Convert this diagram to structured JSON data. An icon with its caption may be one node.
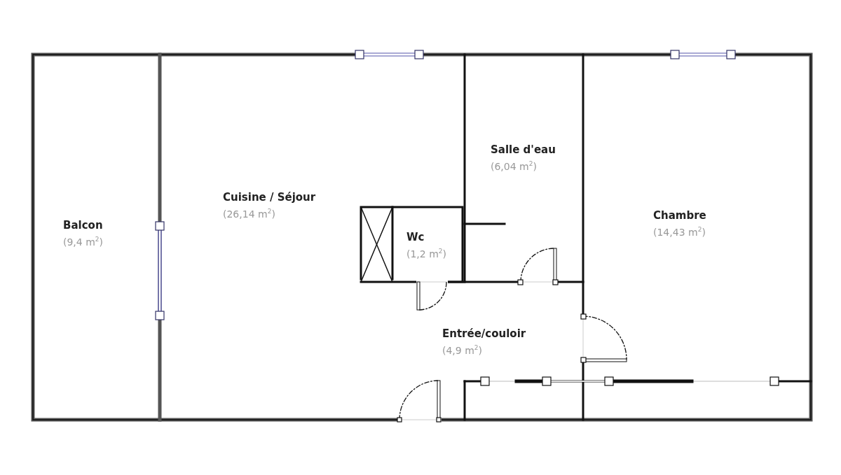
{
  "diagram": {
    "nodes": [
      {
        "text": [
          "Cuisine / Séjour",
          "(26,14 m$^{2}$)"
        ]
      },
      {
        "text": [
          "Salle d'eau",
          "(6,04 m$^{2}$)"
        ]
      },
      {
        "text": [
          "Balcon",
          "(9,4 m$^{2}$)"
        ]
      },
      {
        "text": [
          "Wc",
          "(1,2 m$^{2}$)"
        ]
      },
      {
        "text": [
          "Chambre",
          "(14,43 m$^{2}$)"
        ]
      },
      {
        "text": [
          "Entrée/couloir",
          "(4,9 m$^{2}$)"
        ]
      }
    ],
    "edges": []
  }
}
